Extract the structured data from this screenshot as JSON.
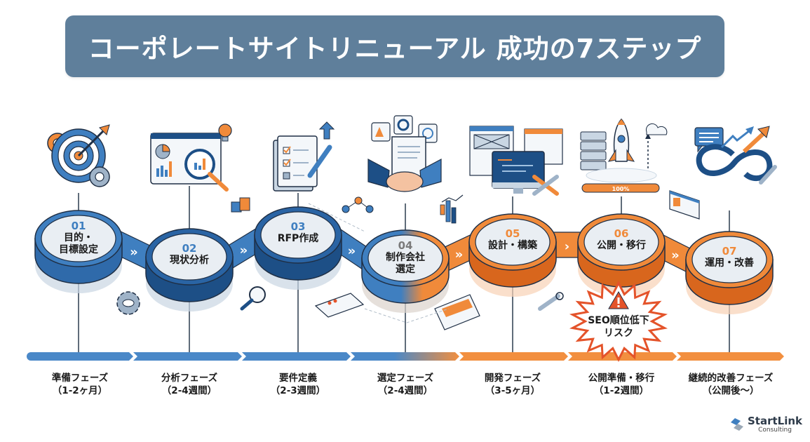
{
  "title": "コーポレートサイトリニューアル 成功の7ステップ",
  "colors": {
    "title_bg": "#5f7f9b",
    "blue_primary": "#3f7fc0",
    "blue_dark": "#1d4f86",
    "orange_primary": "#f08a3a",
    "orange_dark": "#d8661d",
    "disc_face": "#e9eef3",
    "outline": "#1f2f45",
    "risk_red": "#e4532a"
  },
  "steps": [
    {
      "num": "01",
      "label_line1": "目的・",
      "label_line2": "目標設定",
      "icon": "target-gear-icon",
      "color": "blue"
    },
    {
      "num": "02",
      "label_line1": "現状分析",
      "label_line2": "",
      "icon": "analytics-magnifier-icon",
      "color": "blue-dark"
    },
    {
      "num": "03",
      "label_line1": "RFP作成",
      "label_line2": "",
      "icon": "checklist-document-pen-icon",
      "color": "blue-dark"
    },
    {
      "num": "04",
      "label_line1": "制作会社",
      "label_line2": "選定",
      "icon": "handshake-contract-icon",
      "color": "gradient"
    },
    {
      "num": "05",
      "label_line1": "設計・構築",
      "label_line2": "",
      "icon": "monitor-code-tools-icon",
      "color": "orange"
    },
    {
      "num": "06",
      "label_line1": "公開・移行",
      "label_line2": "",
      "icon": "rocket-launch-icon",
      "color": "orange"
    },
    {
      "num": "07",
      "label_line1": "運用・改善",
      "label_line2": "",
      "icon": "infinity-growth-icon",
      "color": "orange"
    }
  ],
  "phases": [
    {
      "name": "準備フェーズ",
      "duration": "（1-2ヶ月）"
    },
    {
      "name": "分析フェーズ",
      "duration": "（2-4週間）"
    },
    {
      "name": "要件定義",
      "duration": "（2-3週間）"
    },
    {
      "name": "選定フェーズ",
      "duration": "（2-4週間）"
    },
    {
      "name": "開発フェーズ",
      "duration": "（3-5ヶ月）"
    },
    {
      "name": "公開準備・移行",
      "duration": "（1-2週間）"
    },
    {
      "name": "継続的改善フェーズ",
      "duration": "（公開後〜）"
    }
  ],
  "risk": {
    "line1": "SEO順位低下",
    "line2": "リスク",
    "icon": "warning-icon"
  },
  "launch_progress_label": "100%",
  "logo": {
    "name": "StartLink",
    "sub": "Consulting"
  }
}
